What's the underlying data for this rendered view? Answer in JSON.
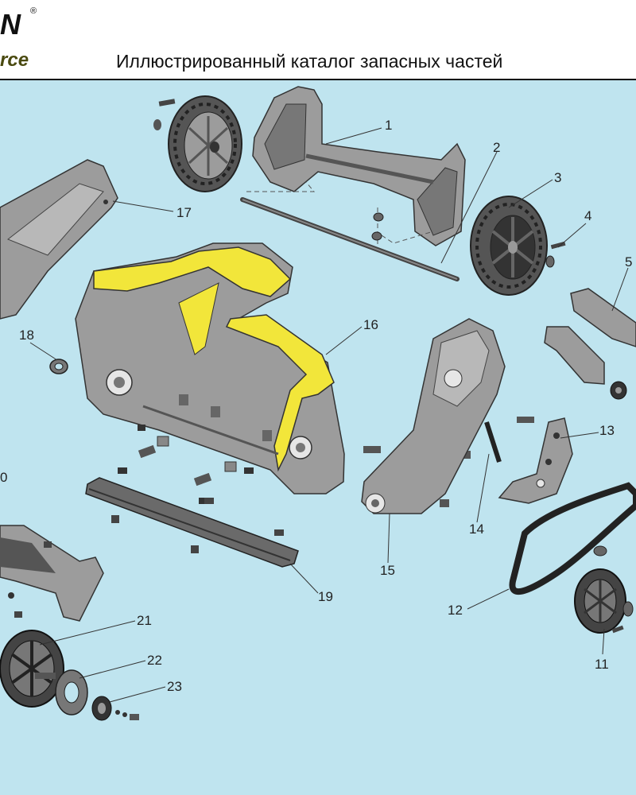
{
  "header": {
    "logo_text": "N",
    "logo_registered": "®",
    "logo_subtext": "rce",
    "title": "Иллюстрированный каталог запасных частей"
  },
  "colors": {
    "background": "#bfe4ef",
    "part_fill": "#9c9c9c",
    "part_dark": "#4a4a4a",
    "highlight": "#f2e63a",
    "label": "#222222"
  },
  "parts": [
    {
      "id": "1",
      "label": "1"
    },
    {
      "id": "2",
      "label": "2"
    },
    {
      "id": "3",
      "label": "3"
    },
    {
      "id": "4",
      "label": "4"
    },
    {
      "id": "5",
      "label": "5"
    },
    {
      "id": "10",
      "label": "0"
    },
    {
      "id": "11",
      "label": "11"
    },
    {
      "id": "12",
      "label": "12"
    },
    {
      "id": "13",
      "label": "13"
    },
    {
      "id": "14",
      "label": "14"
    },
    {
      "id": "15",
      "label": "15"
    },
    {
      "id": "16",
      "label": "16"
    },
    {
      "id": "17",
      "label": "17"
    },
    {
      "id": "18",
      "label": "18"
    },
    {
      "id": "19",
      "label": "19"
    },
    {
      "id": "21",
      "label": "21"
    },
    {
      "id": "22",
      "label": "22"
    },
    {
      "id": "23",
      "label": "23"
    }
  ]
}
